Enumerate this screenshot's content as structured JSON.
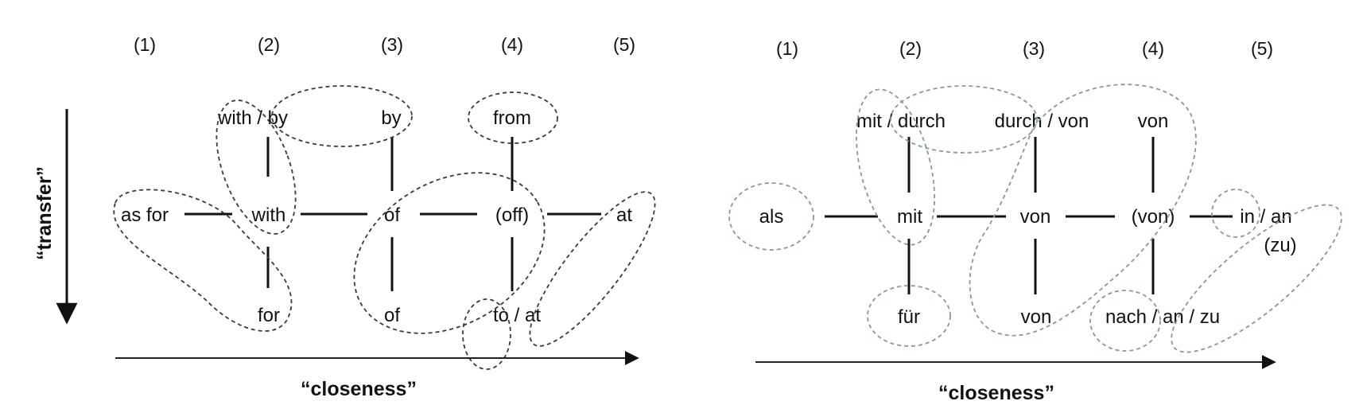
{
  "left": {
    "columns": [
      "(1)",
      "(2)",
      "(3)",
      "(4)",
      "(5)"
    ],
    "words": {
      "with_by": "with / by",
      "by": "by",
      "from": "from",
      "as_for": "as for",
      "with": "with",
      "of_mid": "of",
      "off": "(off)",
      "at": "at",
      "for": "for",
      "of_bottom": "of",
      "to_at": "to / at"
    },
    "y_axis_label": "“transfer”",
    "x_axis_label": "“closeness”"
  },
  "right": {
    "columns": [
      "(1)",
      "(2)",
      "(3)",
      "(4)",
      "(5)"
    ],
    "words": {
      "mit_durch": "mit / durch",
      "durch_von": "durch / von",
      "von_top": "von",
      "als": "als",
      "mit": "mit",
      "von_mid": "von",
      "von_paren": "(von)",
      "in_an": "in / an",
      "zu": "(zu)",
      "fuer": "für",
      "von_bottom": "von",
      "nach_an_zu": "nach / an / zu"
    },
    "x_axis_label": "“closeness”"
  },
  "colors": {
    "ink": "#111111",
    "loop_left": "#3a3a3a",
    "loop_right": "#7f9aa8"
  }
}
